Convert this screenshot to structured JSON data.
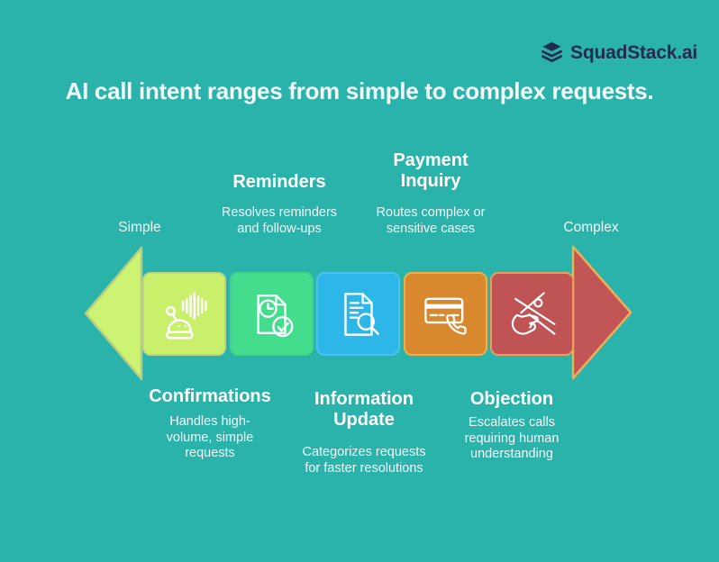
{
  "background_color": "#2ab3ab",
  "logo": {
    "text": "SquadStack.ai",
    "icon": "stack-layers-icon",
    "color": "#242c4e"
  },
  "title": {
    "text": "AI call intent ranges from simple to complex requests.",
    "color": "#f2fbfa"
  },
  "scale": {
    "left_label": "Simple",
    "right_label": "Complex",
    "left_arrow_color": "#ccf372",
    "left_arrow_border": "#b6cc80",
    "right_arrow_color": "#c25555",
    "right_arrow_border": "#f2ae55"
  },
  "stages": [
    {
      "title": "Confirmations",
      "description": "Handles high-volume, simple requests",
      "label_position": "below",
      "color": "#c9f06a",
      "border_color": "#bcd389",
      "icon": "voicebot-soundwave-icon"
    },
    {
      "title": "Reminders",
      "description": "Resolves reminders and follow-ups",
      "label_position": "above",
      "color": "#44dd8d",
      "border_color": "#41d488",
      "icon": "document-clock-check-icon"
    },
    {
      "title": "Information Update",
      "description": "Categorizes requests for faster resolutions",
      "label_position": "below",
      "color": "#2db7e9",
      "border_color": "#4cc3ee",
      "icon": "document-search-icon"
    },
    {
      "title": "Payment Inquiry",
      "description": "Routes complex or sensitive cases",
      "label_position": "above",
      "color": "#d8892e",
      "border_color": "#eeb04b",
      "icon": "card-phone-icon"
    },
    {
      "title": "Objection",
      "description": "Escalates calls requiring human understanding",
      "label_position": "below",
      "color": "#c05353",
      "border_color": "#ea9f55",
      "icon": "hand-objection-icon"
    }
  ]
}
